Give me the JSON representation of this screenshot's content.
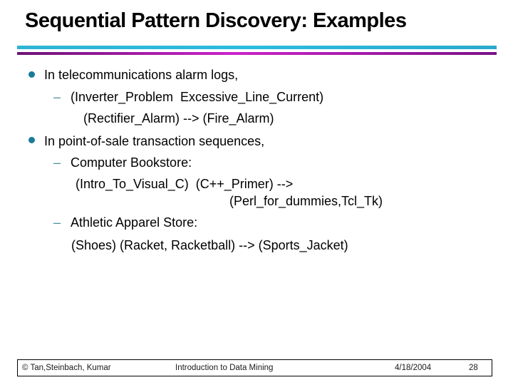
{
  "title": "Sequential Pattern Discovery: Examples",
  "dash_glyph": "–",
  "lines": {
    "b1": "In telecommunications alarm logs,",
    "b1s1": "(Inverter_Problem  Excessive_Line_Current)",
    "b1s2": "(Rectifier_Alarm) --> (Fire_Alarm)",
    "b2": "In point-of-sale transaction sequences,",
    "b2s1": "Computer Bookstore:",
    "b2s1a": "(Intro_To_Visual_C)  (C++_Primer) -->",
    "b2s1b": "(Perl_for_dummies,Tcl_Tk)",
    "b2s2": "Athletic Apparel Store:",
    "b2s2a": "(Shoes) (Racket, Racketball) --> (Sports_Jacket)"
  },
  "footer": {
    "copyright": "© Tan,Steinbach, Kumar",
    "center": "Introduction to Data Mining",
    "date": "4/18/2004",
    "page_number": "28"
  },
  "colors": {
    "title_text": "#000000",
    "rule_cyan": "#2cbcdd",
    "rule_magenta_dark": "#6d1376",
    "rule_magenta_bright": "#cc22cc",
    "bullet_dot": "#1b7b9b",
    "sub_bullet_dash": "#4a8fa5",
    "background": "#ffffff"
  }
}
